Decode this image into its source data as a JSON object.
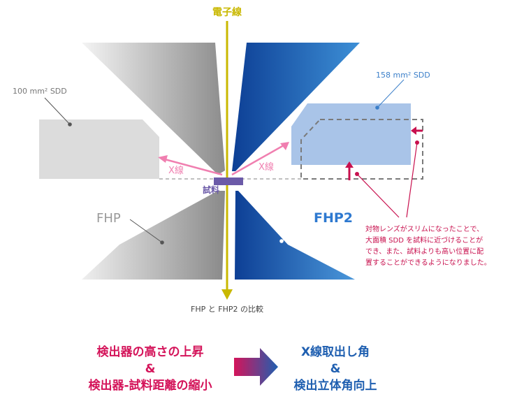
{
  "labels": {
    "electron_beam": "電子線",
    "sdd_100": "100 mm² SDD",
    "sdd_158": "158 mm² SDD",
    "xray_left": "X線",
    "xray_right": "X線",
    "sample": "試料",
    "fhp": "FHP",
    "fhp2": "FHP2",
    "caption": "FHP と FHP2 の比較"
  },
  "note": [
    "対物レンズがスリムになったことで、",
    "大面積 SDD を試料に近づけることが",
    "でき、また、試料よりも高い位置に配",
    "置することができるようになりました。"
  ],
  "summary": {
    "left_line1": "検出器の高さの上昇",
    "left_line2": "&",
    "left_line3": "検出器-試料距離の縮小",
    "right_line1": "X線取出し角",
    "right_line2": "&",
    "right_line3": "検出立体角向上"
  },
  "colors": {
    "electron_beam": "#c9b800",
    "xray": "#f07fb0",
    "accent_red": "#c8104e",
    "blue": "#1f5fb0",
    "light_blue": "#a9c4e8",
    "gray": "#dcdcdc",
    "sample": "#6b5aa8"
  }
}
